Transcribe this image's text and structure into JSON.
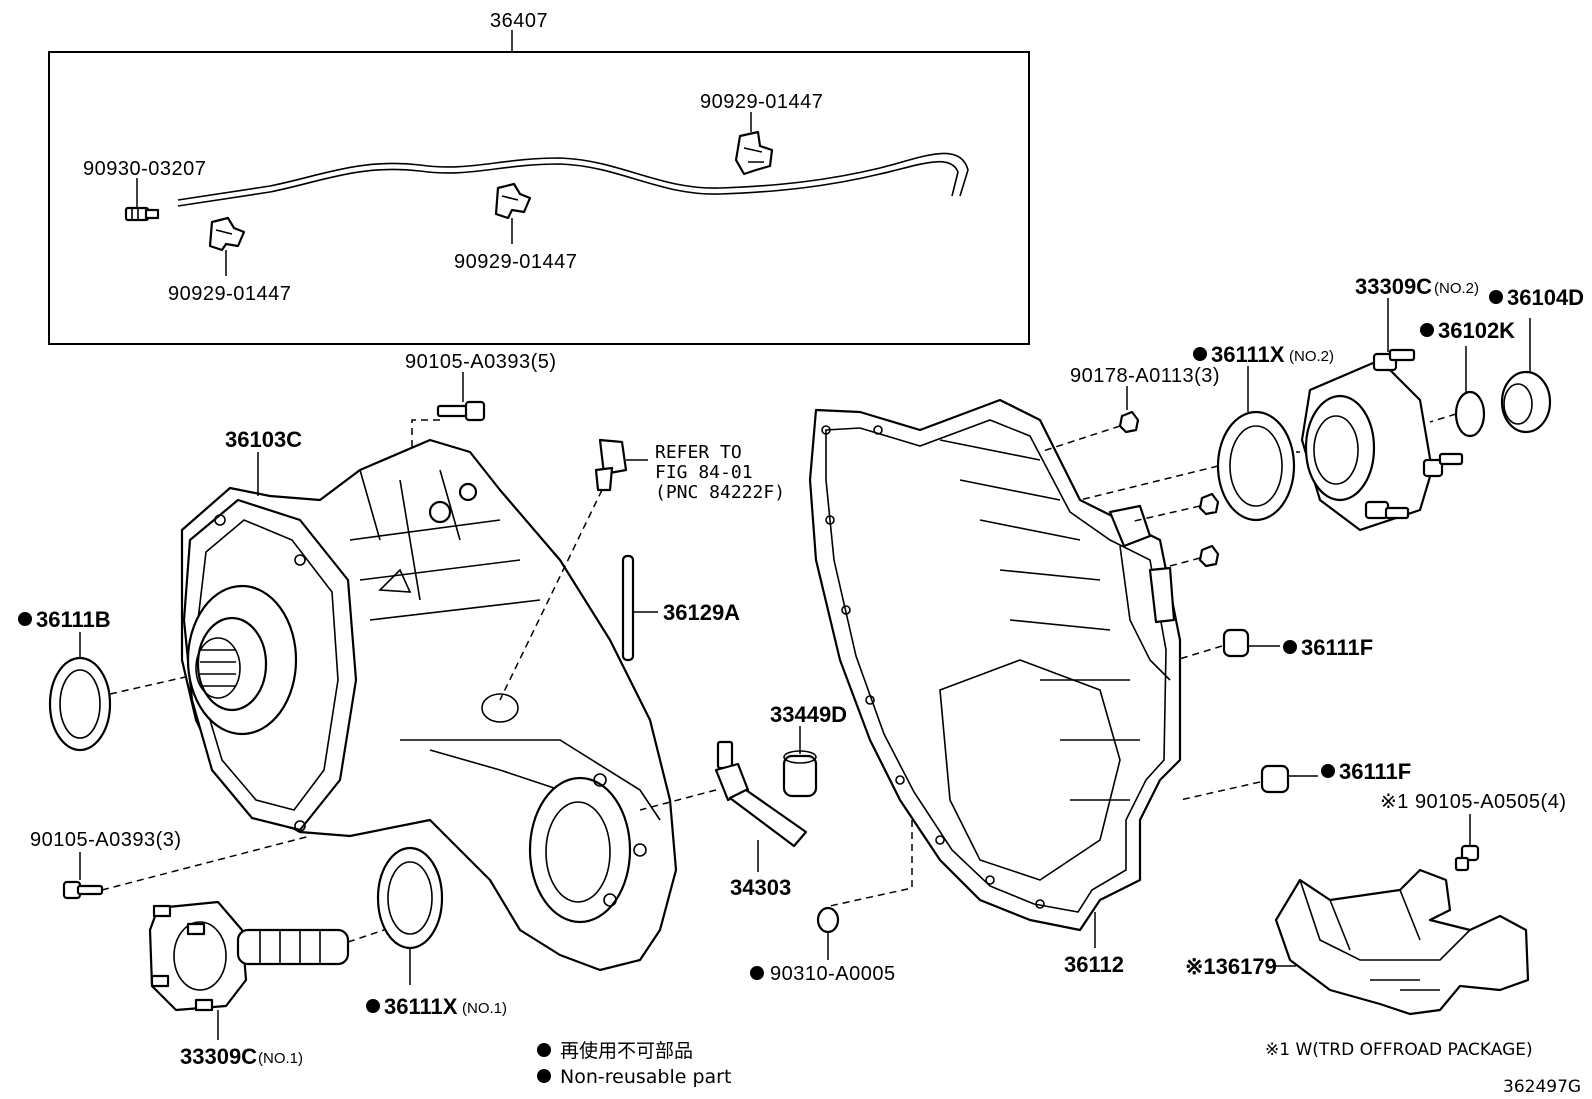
{
  "labels": {
    "p36407": "36407",
    "p90930_03207": "90930-03207",
    "p90929_a": "90929-01447",
    "p90929_b": "90929-01447",
    "p90929_c": "90929-01447",
    "p90105_a0393_5": "90105-A0393(5)",
    "p36103c": "36103C",
    "refer_line1": "REFER TO",
    "refer_line2": "FIG 84-01",
    "refer_line3": "(PNC 84222F)",
    "p36129a": "36129A",
    "p36111b": "36111B",
    "p33449d": "33449D",
    "p34303": "34303",
    "p90105_a0393_3": "90105-A0393(3)",
    "p36111x_no1": "36111X",
    "p36111x_no1_suffix": "(NO.1)",
    "p33309c_no1": "33309C",
    "p33309c_no1_suffix": "(NO.1)",
    "p90310_a0005": "90310-A0005",
    "p36112": "36112",
    "p90178_a0113": "90178-A0113(3)",
    "p36111x_no2": "36111X",
    "p36111x_no2_suffix": "(NO.2)",
    "p33309c_no2": "33309C",
    "p33309c_no2_suffix": "(NO.2)",
    "p36102k": "36102K",
    "p36104d": "36104D",
    "p36111f_a": "36111F",
    "p36111f_b": "36111F",
    "p90105_a0505": "※1 90105-A0505(4)",
    "p36179": "※136179"
  },
  "legend": {
    "line1": "再使用不可部品",
    "line2": "Non-reusable part"
  },
  "footnote": "※1 W(TRD OFFROAD PACKAGE)",
  "figure_id": "362497G"
}
